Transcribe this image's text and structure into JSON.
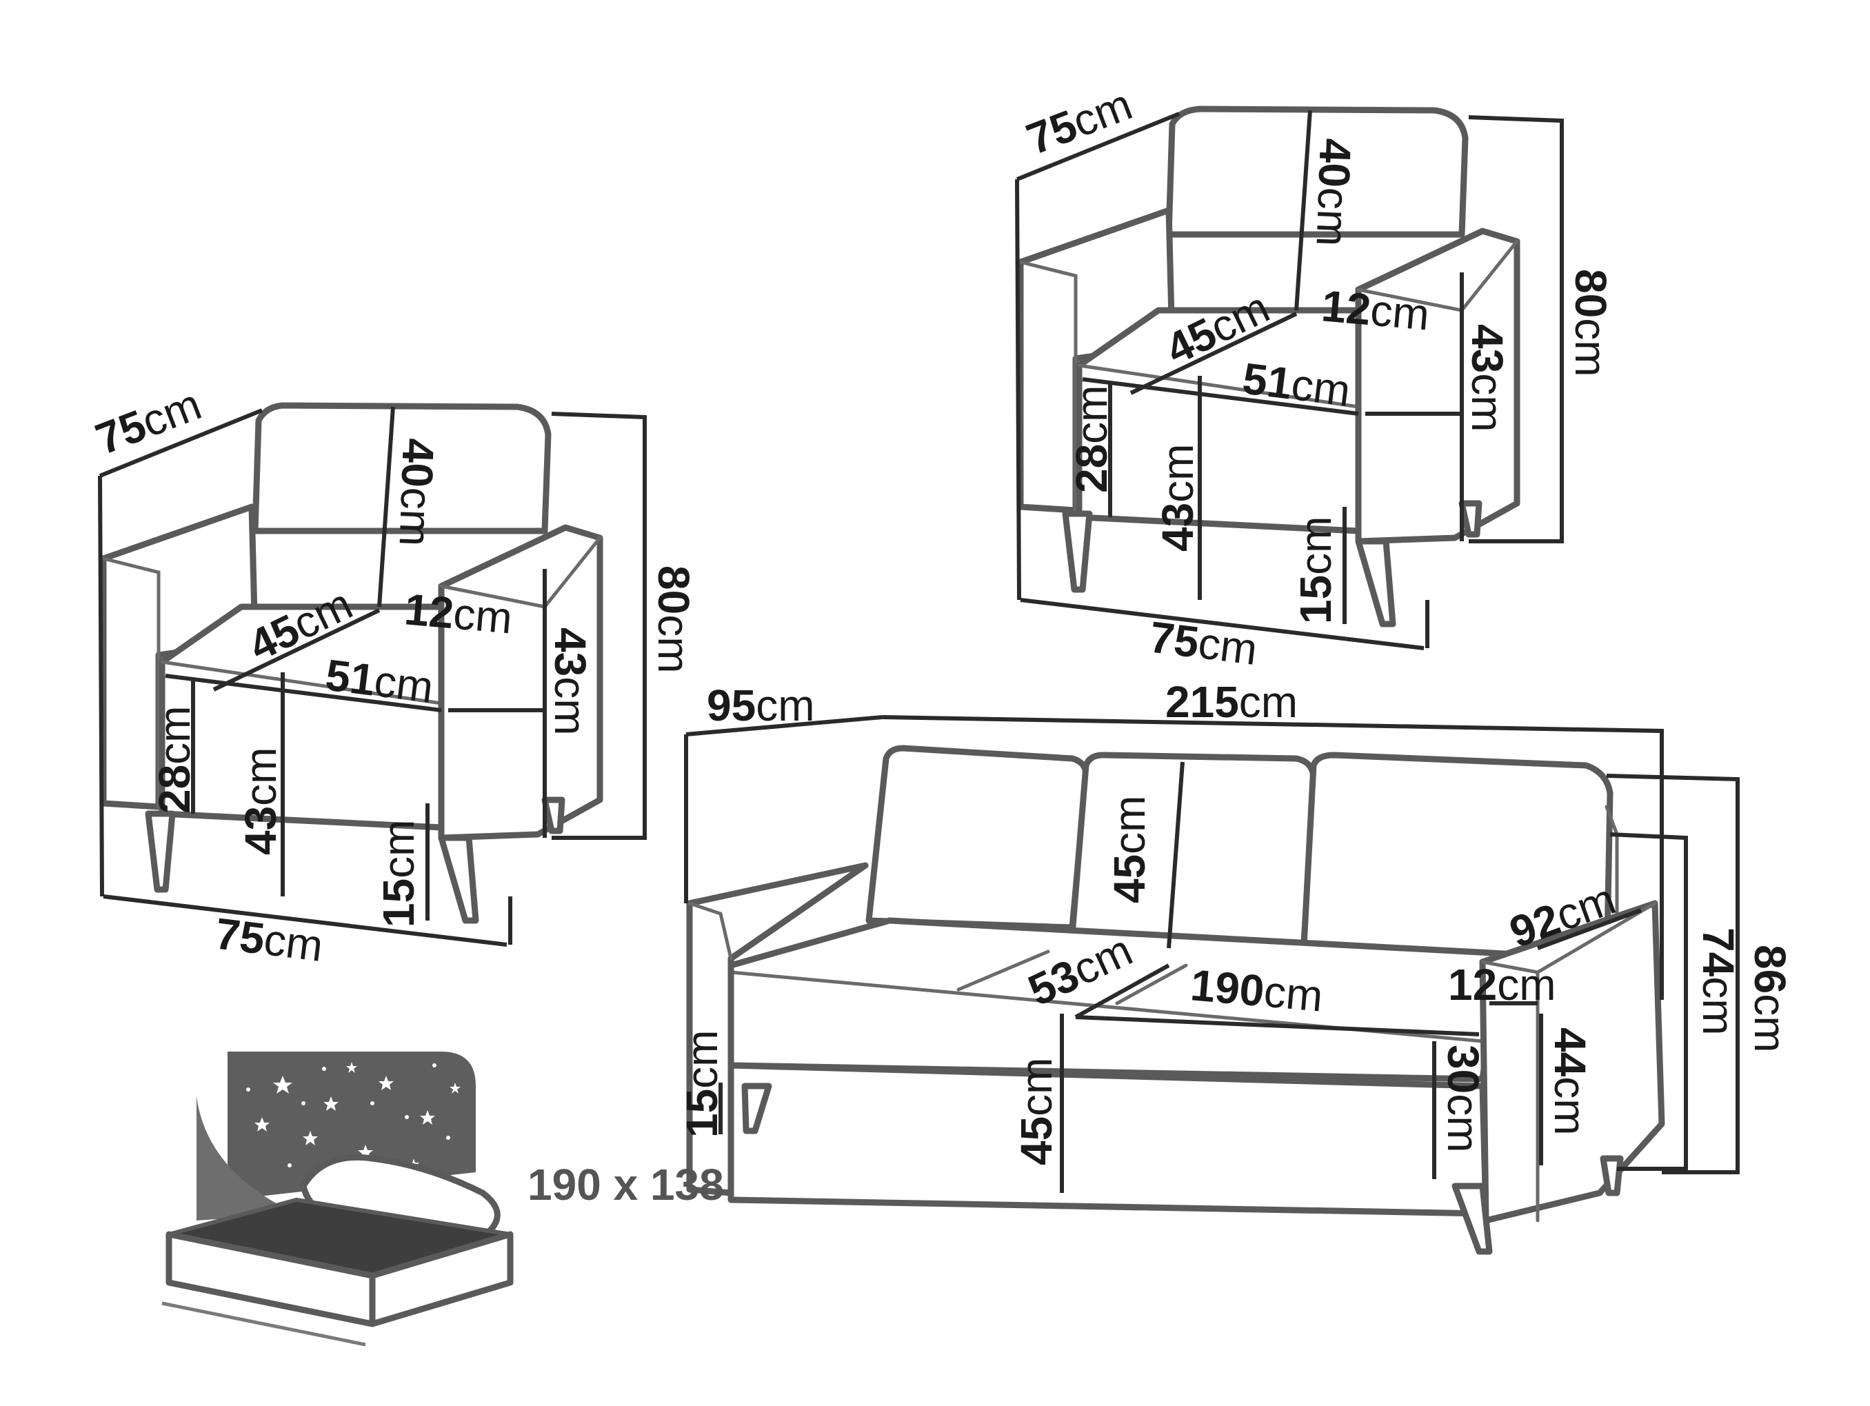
{
  "armchair_left": {
    "depth": {
      "n": "75",
      "u": "cm"
    },
    "back_height": {
      "n": "40",
      "u": "cm"
    },
    "height": {
      "n": "80",
      "u": "cm"
    },
    "seat_depth": {
      "n": "45",
      "u": "cm"
    },
    "arm_width": {
      "n": "12",
      "u": "cm"
    },
    "seat_width": {
      "n": "51",
      "u": "cm"
    },
    "arm_height": {
      "n": "43",
      "u": "cm"
    },
    "arm_above_seat": {
      "n": "28",
      "u": "cm"
    },
    "seat_height": {
      "n": "43",
      "u": "cm"
    },
    "leg_height": {
      "n": "15",
      "u": "cm"
    },
    "width": {
      "n": "75",
      "u": "cm"
    }
  },
  "armchair_right": {
    "depth": {
      "n": "75",
      "u": "cm"
    },
    "back_height": {
      "n": "40",
      "u": "cm"
    },
    "height": {
      "n": "80",
      "u": "cm"
    },
    "seat_depth": {
      "n": "45",
      "u": "cm"
    },
    "arm_width": {
      "n": "12",
      "u": "cm"
    },
    "seat_width": {
      "n": "51",
      "u": "cm"
    },
    "arm_height": {
      "n": "43",
      "u": "cm"
    },
    "arm_above_seat": {
      "n": "28",
      "u": "cm"
    },
    "seat_height": {
      "n": "43",
      "u": "cm"
    },
    "leg_height": {
      "n": "15",
      "u": "cm"
    },
    "width": {
      "n": "75",
      "u": "cm"
    }
  },
  "sofa": {
    "depth": {
      "n": "95",
      "u": "cm"
    },
    "width": {
      "n": "215",
      "u": "cm"
    },
    "back_height": {
      "n": "45",
      "u": "cm"
    },
    "arm_depth": {
      "n": "92",
      "u": "cm"
    },
    "seat_depth": {
      "n": "53",
      "u": "cm"
    },
    "seat_width": {
      "n": "190",
      "u": "cm"
    },
    "arm_width": {
      "n": "12",
      "u": "cm"
    },
    "arm_height": {
      "n": "74",
      "u": "cm"
    },
    "height": {
      "n": "86",
      "u": "cm"
    },
    "leg_height": {
      "n": "15",
      "u": "cm"
    },
    "seat_height": {
      "n": "45",
      "u": "cm"
    },
    "seat_thickness": {
      "n": "30",
      "u": "cm"
    },
    "arm_above_floor": {
      "n": "44",
      "u": "cm"
    }
  },
  "bed": {
    "size_label": "190 x 138"
  },
  "colors": {
    "outline": "#5a5a5a",
    "dimension_line": "#2a2a2a",
    "night_sky": "#5e5e5e",
    "text": "#1a1a1a"
  }
}
